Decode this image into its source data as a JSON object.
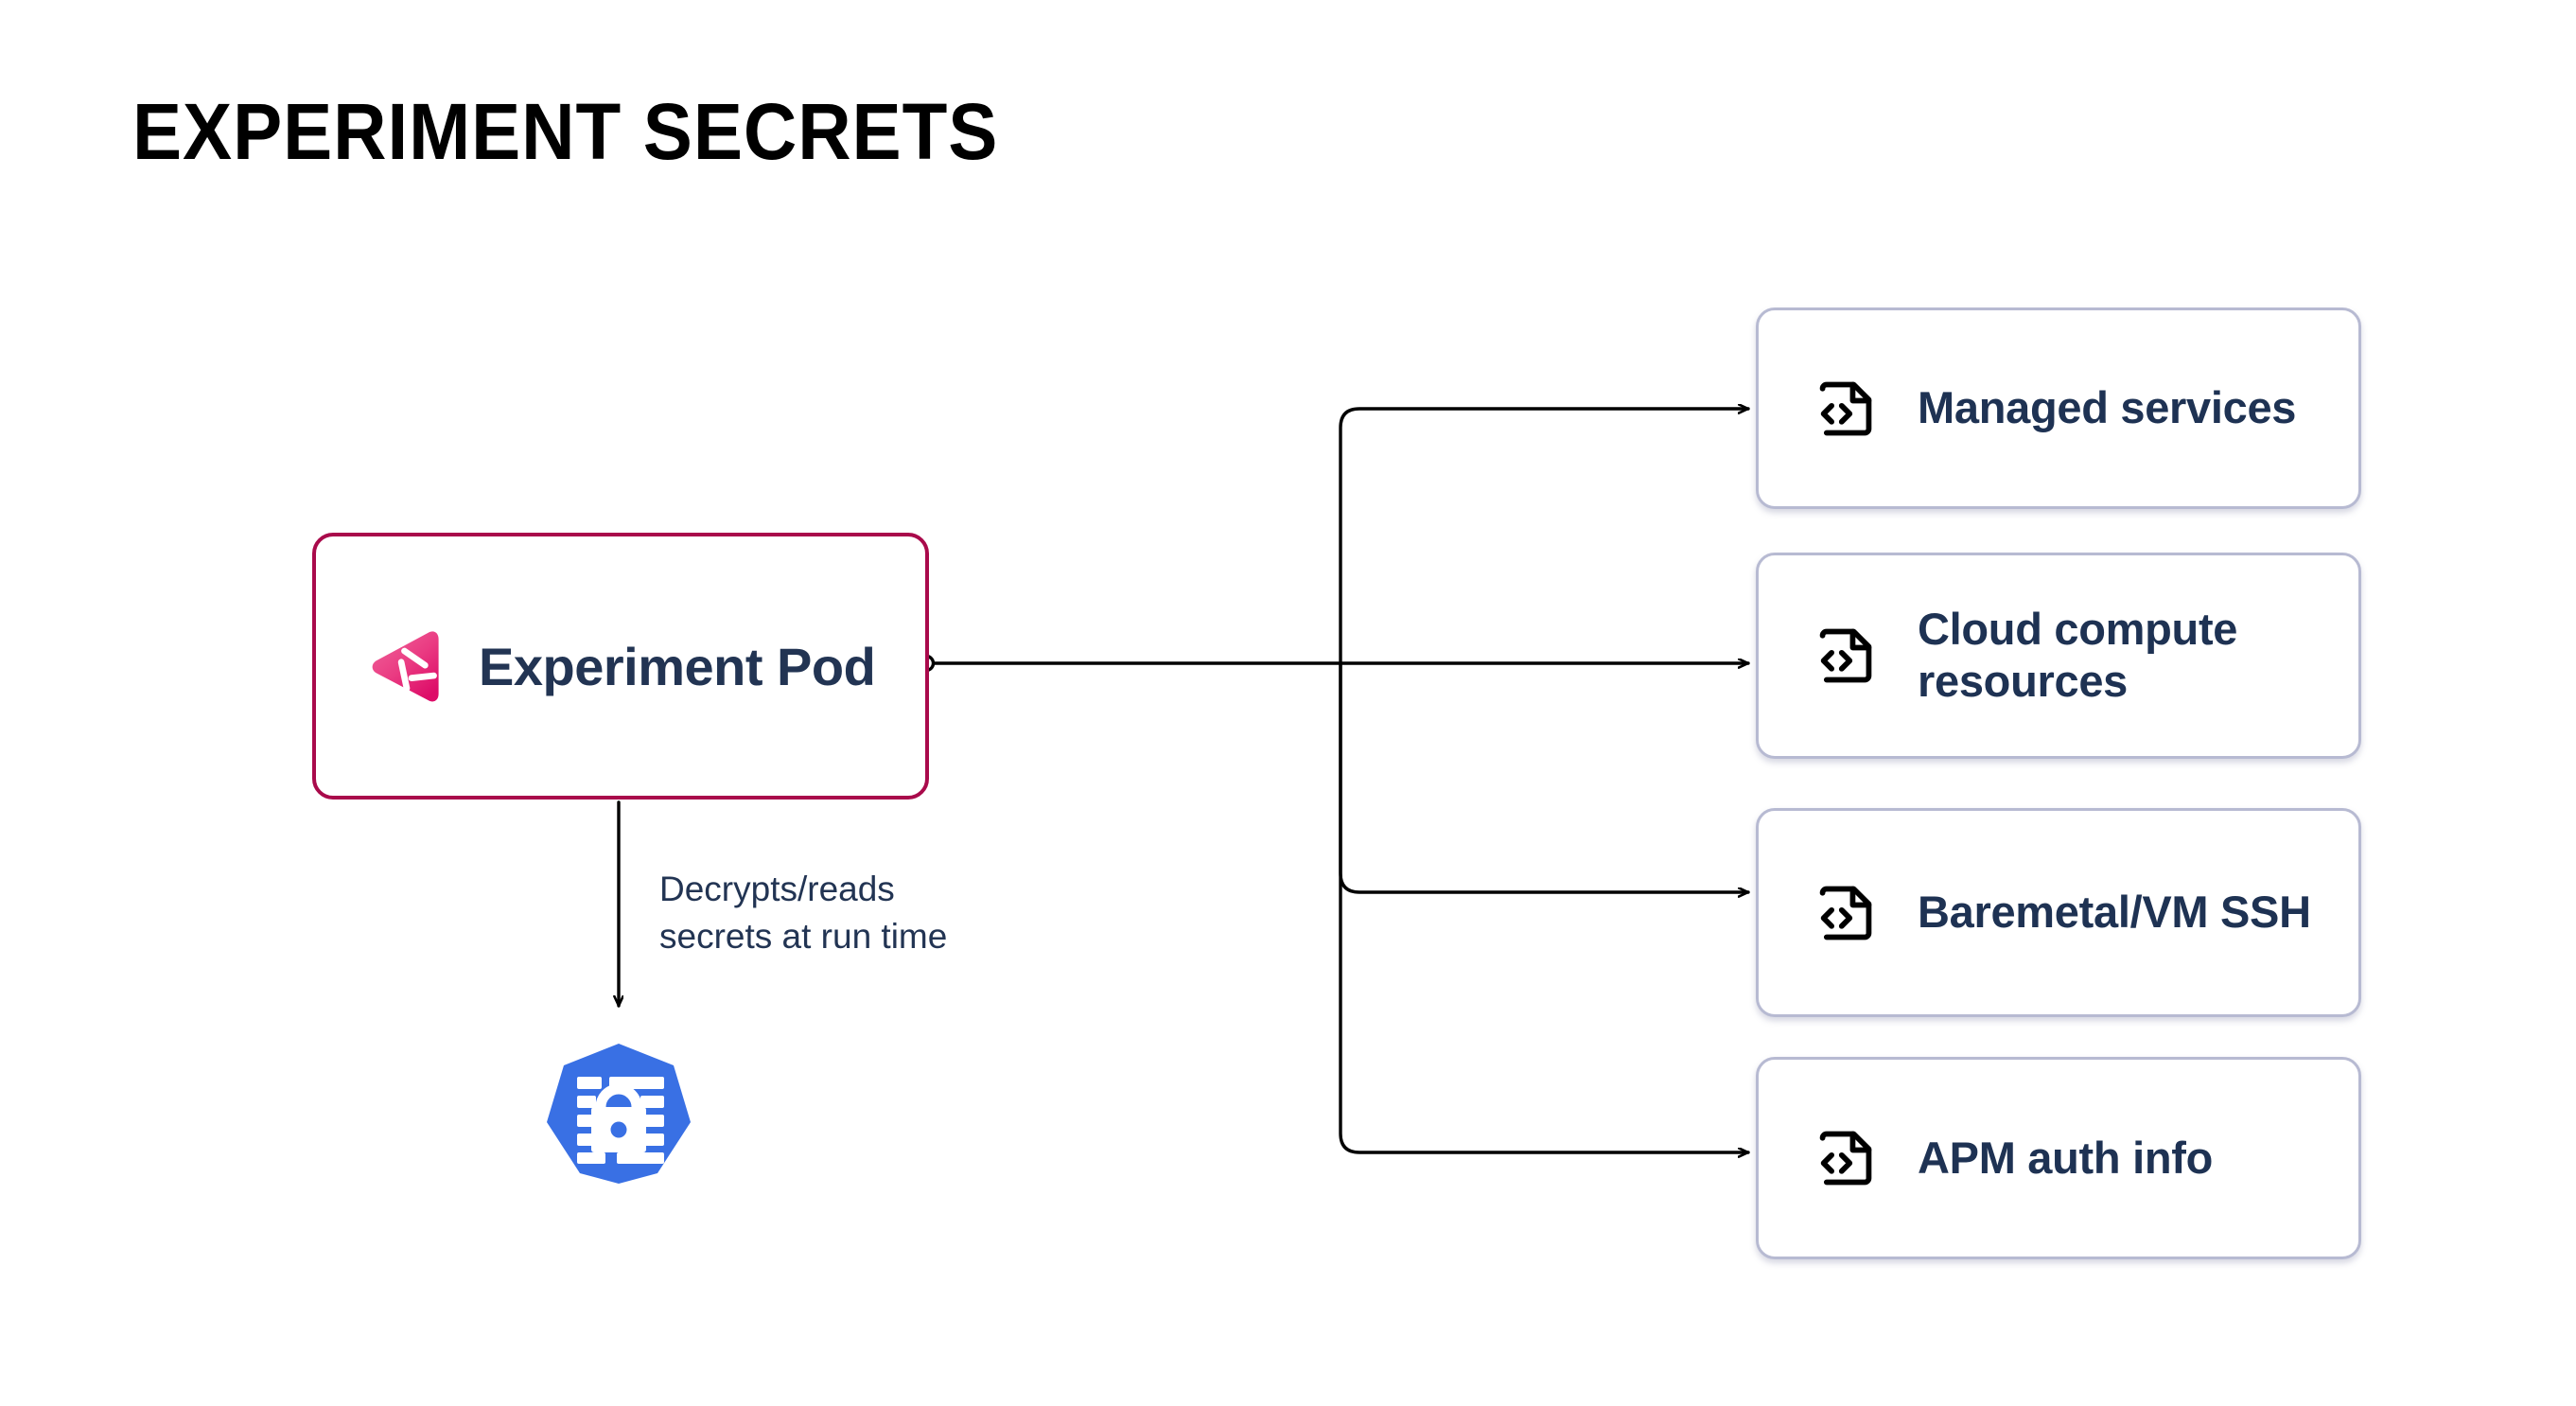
{
  "page": {
    "title": "EXPERIMENT SECRETS",
    "background_color": "#ffffff"
  },
  "colors": {
    "title_text": "#000000",
    "node_text": "#223453",
    "card_text": "#1E3253",
    "pod_border": "#A90A4B",
    "card_border": "#B7BAD2",
    "connector_stroke": "#000000",
    "secret_blue": "#3970E4",
    "logo_pink_light": "#EE5A95",
    "logo_pink_dark": "#E01A6F"
  },
  "pod": {
    "label": "Experiment Pod",
    "logo_name": "gremlin-logo",
    "connector_dot": "output-port"
  },
  "edge": {
    "label": "Decrypts/reads\nsecrets at run time",
    "from": "Experiment Pod",
    "to": "secret"
  },
  "secret": {
    "label": "secret",
    "icon_name": "kubernetes-secret-icon"
  },
  "cards": [
    {
      "label": "Managed services",
      "icon_name": "code-file-icon"
    },
    {
      "label": "Cloud compute resources",
      "icon_name": "code-file-icon"
    },
    {
      "label": "Baremetal/VM SSH",
      "icon_name": "code-file-icon"
    },
    {
      "label": "APM auth info",
      "icon_name": "code-file-icon"
    }
  ]
}
